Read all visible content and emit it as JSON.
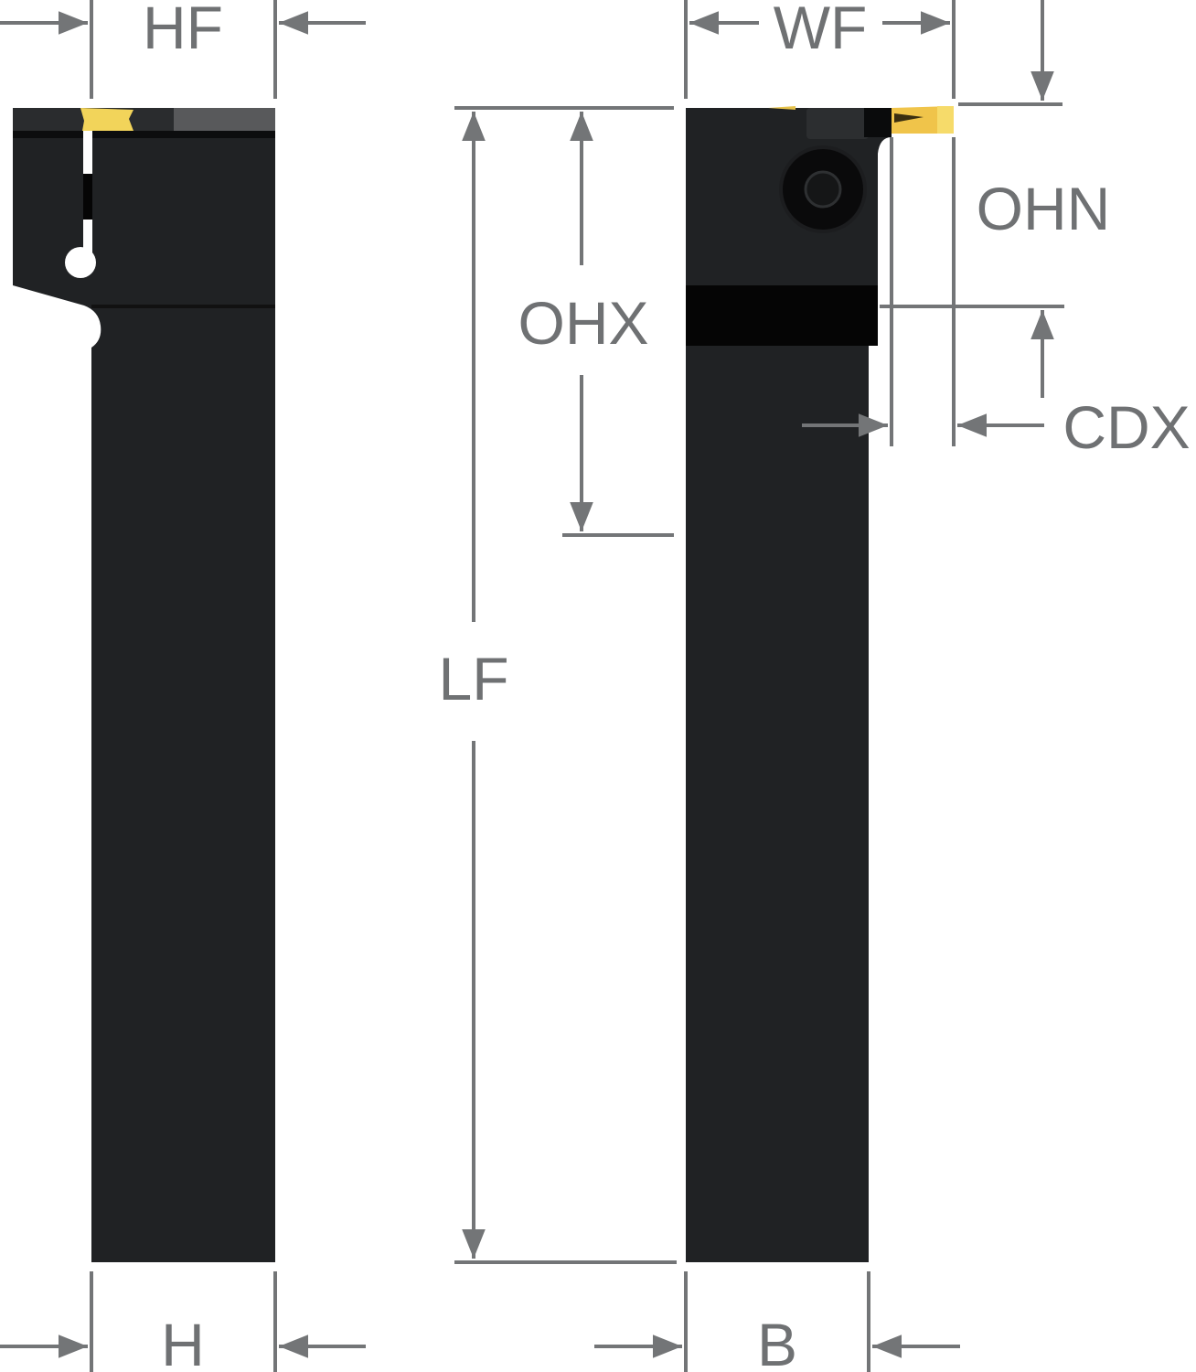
{
  "labels": {
    "hf": "HF",
    "wf": "WF",
    "ohn": "OHN",
    "ohx": "OHX",
    "cdx": "CDX",
    "lf": "LF",
    "h": "H",
    "b": "B"
  },
  "colors": {
    "body": "#202224",
    "insert": "#f2d45a",
    "dimension": "#737577"
  }
}
